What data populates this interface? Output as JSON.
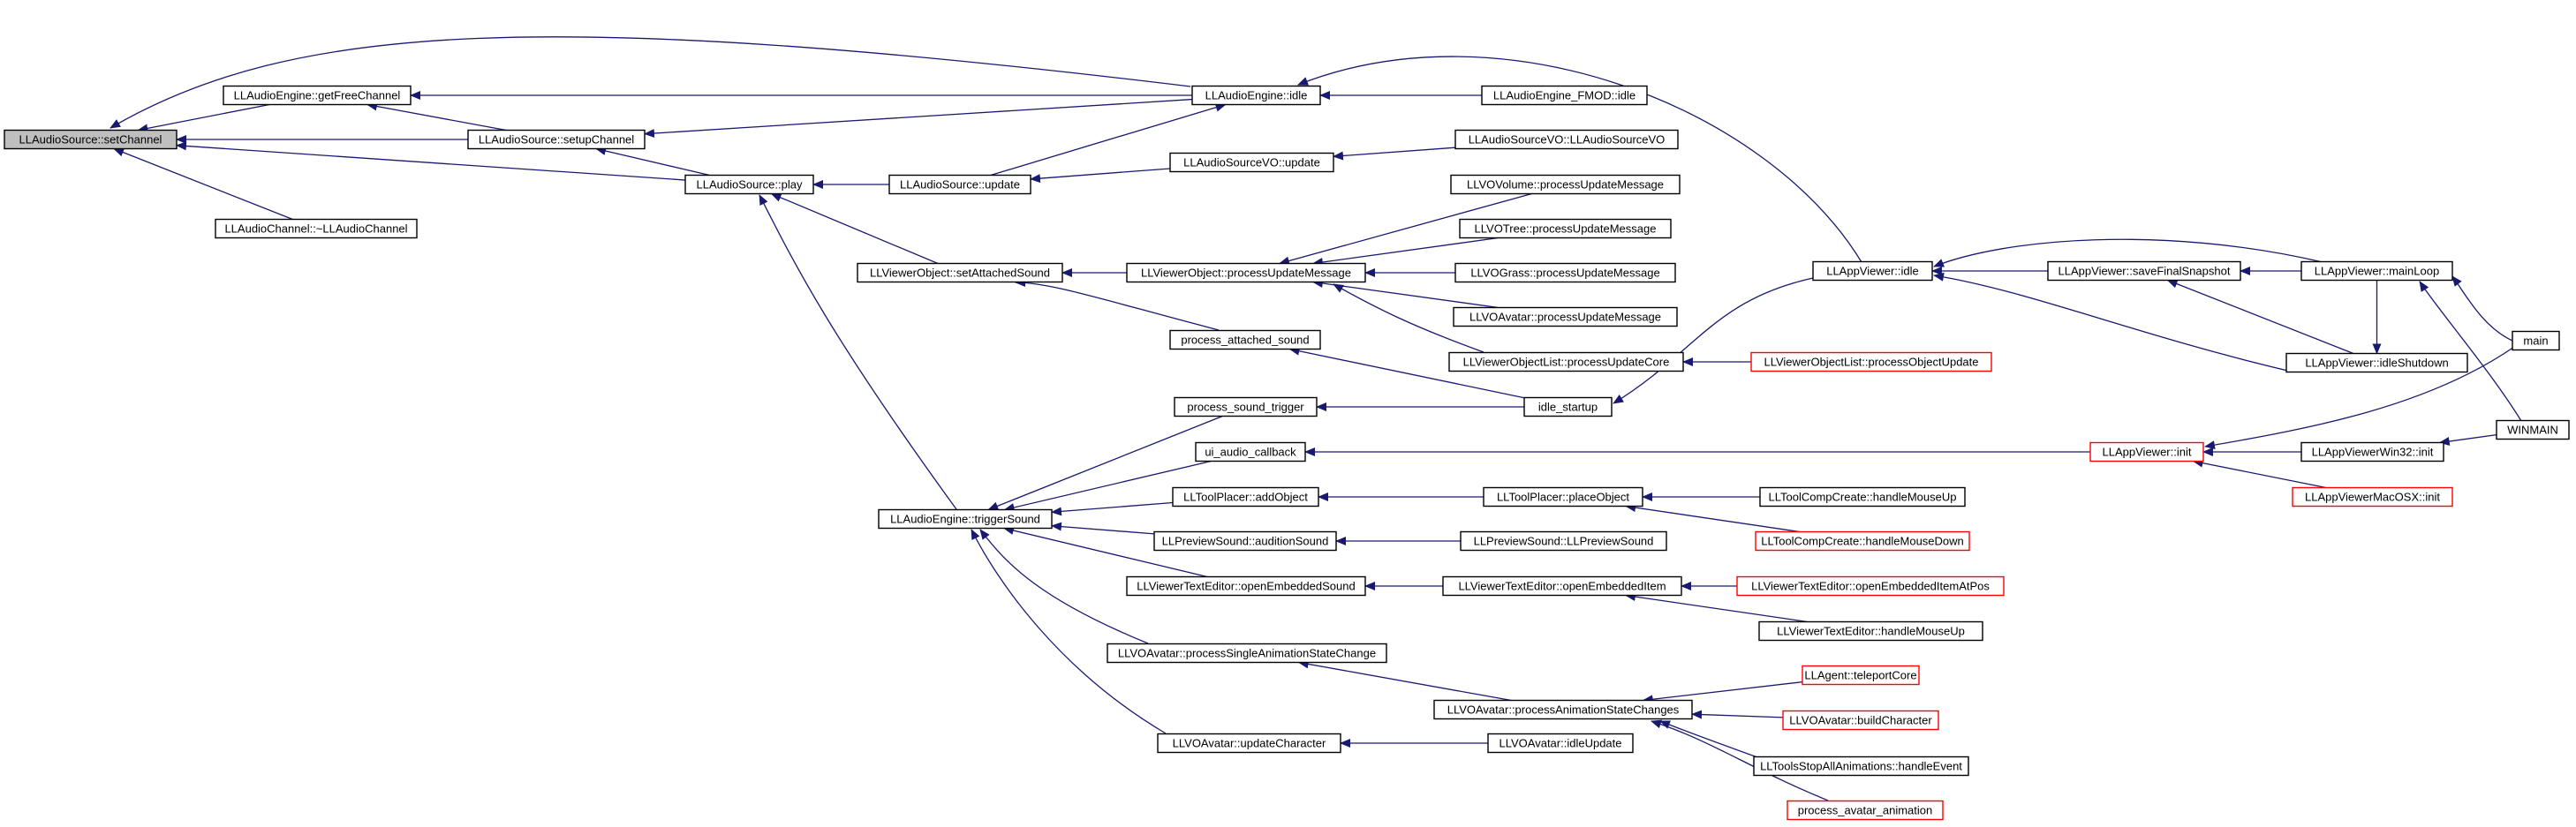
{
  "colors": {
    "edge": "#191970",
    "node_border": "#000000",
    "truncated_border": "#ff0000",
    "root_fill": "#bfbfbf",
    "node_fill": "#ffffff",
    "text": "#000000"
  },
  "nodes": {
    "setChannel": {
      "label": "LLAudioSource::setChannel",
      "root": true
    },
    "getFreeChannel": {
      "label": "LLAudioEngine::getFreeChannel"
    },
    "setupChannel": {
      "label": "LLAudioSource::setupChannel"
    },
    "play": {
      "label": "LLAudioSource::play"
    },
    "dtorChannel": {
      "label": "LLAudioChannel::~LLAudioChannel"
    },
    "engineIdle": {
      "label": "LLAudioEngine::idle"
    },
    "fmodIdle": {
      "label": "LLAudioEngine_FMOD::idle"
    },
    "sourceUpdate": {
      "label": "LLAudioSource::update"
    },
    "voUpdate": {
      "label": "LLAudioSourceVO::update"
    },
    "voCtor": {
      "label": "LLAudioSourceVO::LLAudioSourceVO"
    },
    "setAttachedSound": {
      "label": "LLViewerObject::setAttachedSound"
    },
    "vobjPUM": {
      "label": "LLViewerObject::processUpdateMessage"
    },
    "volumePUM": {
      "label": "LLVOVolume::processUpdateMessage"
    },
    "treePUM": {
      "label": "LLVOTree::processUpdateMessage"
    },
    "grassPUM": {
      "label": "LLVOGrass::processUpdateMessage"
    },
    "avatarPUM": {
      "label": "LLVOAvatar::processUpdateMessage"
    },
    "processUpdateCore": {
      "label": "LLViewerObjectList::processUpdateCore"
    },
    "processObjectUpdate": {
      "label": "LLViewerObjectList::processObjectUpdate",
      "truncated": true
    },
    "processAttachedSound": {
      "label": "process_attached_sound"
    },
    "idleStartup": {
      "label": "idle_startup"
    },
    "appIdle": {
      "label": "LLAppViewer::idle"
    },
    "saveFinalSnapshot": {
      "label": "LLAppViewer::saveFinalSnapshot"
    },
    "mainLoop": {
      "label": "LLAppViewer::mainLoop"
    },
    "idleShutdown": {
      "label": "LLAppViewer::idleShutdown"
    },
    "main": {
      "label": "main"
    },
    "processSoundTrigger": {
      "label": "process_sound_trigger"
    },
    "uiAudioCallback": {
      "label": "ui_audio_callback"
    },
    "appInit": {
      "label": "LLAppViewer::init",
      "truncated": true
    },
    "win32Init": {
      "label": "LLAppViewerWin32::init"
    },
    "winmain": {
      "label": "WINMAIN"
    },
    "macInit": {
      "label": "LLAppViewerMacOSX::init",
      "truncated": true
    },
    "triggerSound": {
      "label": "LLAudioEngine::triggerSound"
    },
    "addObject": {
      "label": "LLToolPlacer::addObject"
    },
    "placeObject": {
      "label": "LLToolPlacer::placeObject"
    },
    "compCreateUp": {
      "label": "LLToolCompCreate::handleMouseUp"
    },
    "compCreateDown": {
      "label": "LLToolCompCreate::handleMouseDown",
      "truncated": true
    },
    "auditionSound": {
      "label": "LLPreviewSound::auditionSound"
    },
    "previewCtor": {
      "label": "LLPreviewSound::LLPreviewSound"
    },
    "openEmbeddedSound": {
      "label": "LLViewerTextEditor::openEmbeddedSound"
    },
    "openEmbeddedItem": {
      "label": "LLViewerTextEditor::openEmbeddedItem"
    },
    "openEmbeddedItemAtPos": {
      "label": "LLViewerTextEditor::openEmbeddedItemAtPos",
      "truncated": true
    },
    "textEditorMouseUp": {
      "label": "LLViewerTextEditor::handleMouseUp"
    },
    "singleAnim": {
      "label": "LLVOAvatar::processSingleAnimationStateChange"
    },
    "animChanges": {
      "label": "LLVOAvatar::processAnimationStateChanges"
    },
    "teleportCore": {
      "label": "LLAgent::teleportCore",
      "truncated": true
    },
    "buildCharacter": {
      "label": "LLVOAvatar::buildCharacter",
      "truncated": true
    },
    "stopAllAnims": {
      "label": "LLToolsStopAllAnimations::handleEvent"
    },
    "avatarAnimation": {
      "label": "process_avatar_animation",
      "truncated": true
    },
    "updateCharacter": {
      "label": "LLVOAvatar::updateCharacter"
    },
    "avatarIdleUpdate": {
      "label": "LLVOAvatar::idleUpdate"
    }
  },
  "edges": [
    [
      "getFreeChannel",
      "setChannel"
    ],
    [
      "setupChannel",
      "setChannel"
    ],
    [
      "play",
      "setChannel"
    ],
    [
      "dtorChannel",
      "setChannel"
    ],
    [
      "engineIdle",
      "setChannel"
    ],
    [
      "setupChannel",
      "getFreeChannel"
    ],
    [
      "engineIdle",
      "getFreeChannel"
    ],
    [
      "play",
      "setupChannel"
    ],
    [
      "engineIdle",
      "setupChannel"
    ],
    [
      "sourceUpdate",
      "play"
    ],
    [
      "setAttachedSound",
      "play"
    ],
    [
      "triggerSound",
      "play"
    ],
    [
      "fmodIdle",
      "engineIdle"
    ],
    [
      "appIdle",
      "engineIdle"
    ],
    [
      "sourceUpdate",
      "engineIdle"
    ],
    [
      "voUpdate",
      "sourceUpdate"
    ],
    [
      "voCtor",
      "voUpdate"
    ],
    [
      "vobjPUM",
      "setAttachedSound"
    ],
    [
      "processAttachedSound",
      "setAttachedSound"
    ],
    [
      "volumePUM",
      "vobjPUM"
    ],
    [
      "treePUM",
      "vobjPUM"
    ],
    [
      "grassPUM",
      "vobjPUM"
    ],
    [
      "avatarPUM",
      "vobjPUM"
    ],
    [
      "processUpdateCore",
      "vobjPUM"
    ],
    [
      "processObjectUpdate",
      "processUpdateCore"
    ],
    [
      "idleStartup",
      "processAttachedSound"
    ],
    [
      "appIdle",
      "idleStartup"
    ],
    [
      "saveFinalSnapshot",
      "appIdle"
    ],
    [
      "mainLoop",
      "appIdle"
    ],
    [
      "idleShutdown",
      "appIdle"
    ],
    [
      "mainLoop",
      "saveFinalSnapshot"
    ],
    [
      "idleShutdown",
      "saveFinalSnapshot"
    ],
    [
      "main",
      "mainLoop"
    ],
    [
      "winmain",
      "mainLoop"
    ],
    [
      "mainLoop",
      "idleShutdown"
    ],
    [
      "processSoundTrigger",
      "triggerSound"
    ],
    [
      "idleStartup",
      "processSoundTrigger"
    ],
    [
      "uiAudioCallback",
      "triggerSound"
    ],
    [
      "appInit",
      "uiAudioCallback"
    ],
    [
      "main",
      "appInit"
    ],
    [
      "win32Init",
      "appInit"
    ],
    [
      "macInit",
      "appInit"
    ],
    [
      "winmain",
      "win32Init"
    ],
    [
      "addObject",
      "triggerSound"
    ],
    [
      "placeObject",
      "addObject"
    ],
    [
      "compCreateUp",
      "placeObject"
    ],
    [
      "compCreateDown",
      "placeObject"
    ],
    [
      "auditionSound",
      "triggerSound"
    ],
    [
      "previewCtor",
      "auditionSound"
    ],
    [
      "openEmbeddedSound",
      "triggerSound"
    ],
    [
      "openEmbeddedItem",
      "openEmbeddedSound"
    ],
    [
      "openEmbeddedItemAtPos",
      "openEmbeddedItem"
    ],
    [
      "textEditorMouseUp",
      "openEmbeddedItem"
    ],
    [
      "singleAnim",
      "triggerSound"
    ],
    [
      "animChanges",
      "singleAnim"
    ],
    [
      "teleportCore",
      "animChanges"
    ],
    [
      "buildCharacter",
      "animChanges"
    ],
    [
      "stopAllAnims",
      "animChanges"
    ],
    [
      "avatarAnimation",
      "animChanges"
    ],
    [
      "updateCharacter",
      "triggerSound"
    ],
    [
      "avatarIdleUpdate",
      "updateCharacter"
    ]
  ]
}
